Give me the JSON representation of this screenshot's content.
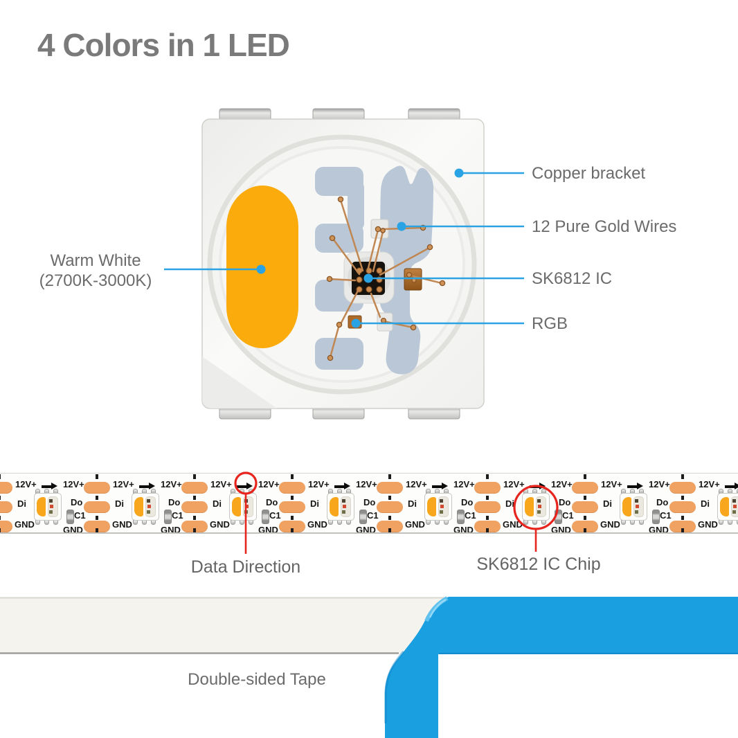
{
  "title": "4 Colors in 1 LED",
  "colors": {
    "accent_blue": "#2AA3E4",
    "tape_blue": "#1A9FE1",
    "annotation_red": "#E7241E",
    "phosphor_orange": "#FBAB0C",
    "pad_copper": "#F0A263",
    "bracket_slate": "#B9C7D6",
    "title_gray": "#7A7A7A",
    "label_gray": "#6B6B6B"
  },
  "led_diagram": {
    "labels": {
      "warm_white_line1": "Warm White",
      "warm_white_line2": "(2700K-3000K)",
      "copper_bracket": "Copper bracket",
      "gold_wires": "12 Pure Gold Wires",
      "ic": "SK6812 IC",
      "rgb": "RGB"
    }
  },
  "strip": {
    "segment_count": 8,
    "labels": {
      "power": "12V+",
      "data_in": "Di",
      "data_out": "Do",
      "cap": "C1",
      "ground": "GND"
    },
    "annotations": {
      "data_direction": "Data Direction",
      "ic_chip": "SK6812 IC Chip"
    }
  },
  "tape": {
    "label": "Double-sided Tape"
  }
}
